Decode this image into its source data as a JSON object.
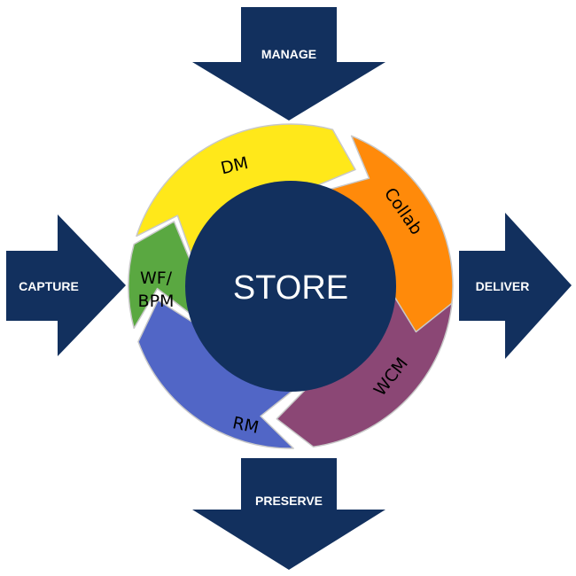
{
  "colors": {
    "navy": "#12305E",
    "outline": "#c8c8c8",
    "text_light": "#ffffff",
    "text_dark": "#000000"
  },
  "arrows": {
    "manage": {
      "label": "MANAGE"
    },
    "capture": {
      "label": "CAPTURE"
    },
    "deliver": {
      "label": "DELIVER"
    },
    "preserve": {
      "label": "PRESERVE"
    }
  },
  "center": {
    "label": "STORE"
  },
  "cycle": [
    {
      "id": "dm",
      "label": "DM",
      "color": "#FFE81A"
    },
    {
      "id": "collab",
      "label": "Collab",
      "color": "#FF8A0A"
    },
    {
      "id": "wcm",
      "label": "WCM",
      "color": "#8B4775"
    },
    {
      "id": "rm",
      "label": "RM",
      "color": "#5166C6"
    },
    {
      "id": "wf",
      "label_line1": "WF/",
      "label_line2": "BPM",
      "color": "#5AA841"
    }
  ]
}
